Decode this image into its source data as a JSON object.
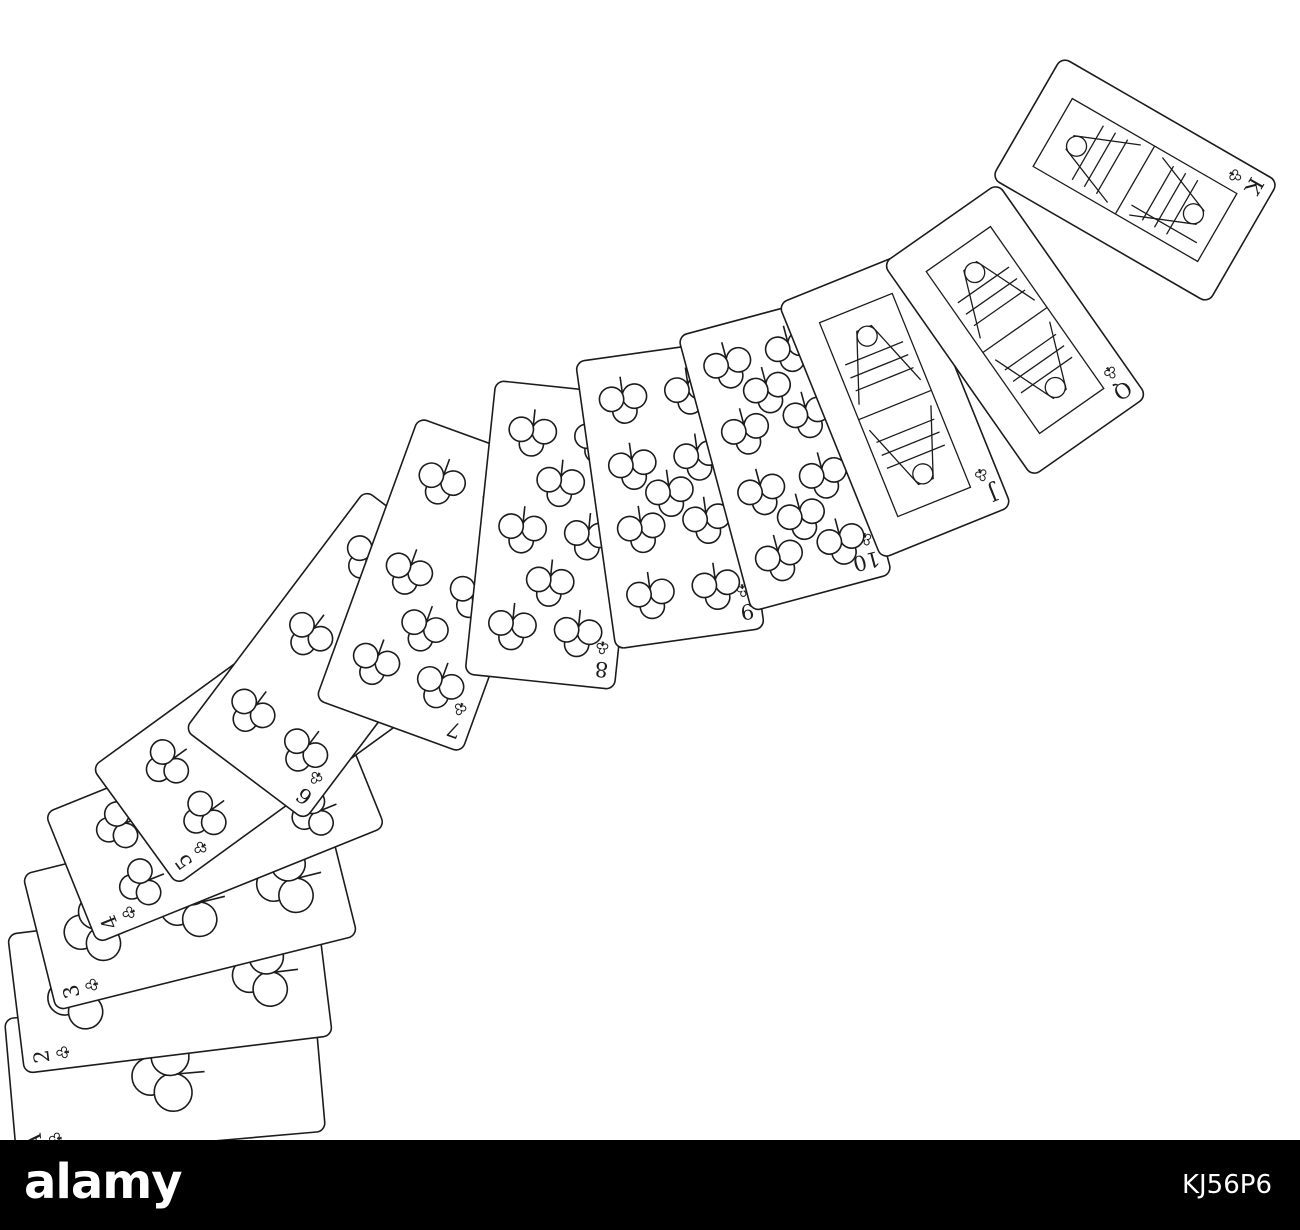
{
  "suit": "clubs",
  "suit_glyph": "♣",
  "cards": [
    {
      "rank": "A",
      "pips": 1
    },
    {
      "rank": "2",
      "pips": 2
    },
    {
      "rank": "3",
      "pips": 3
    },
    {
      "rank": "4",
      "pips": 4
    },
    {
      "rank": "5",
      "pips": 5
    },
    {
      "rank": "6",
      "pips": 6
    },
    {
      "rank": "7",
      "pips": 7
    },
    {
      "rank": "8",
      "pips": 8
    },
    {
      "rank": "9",
      "pips": 9
    },
    {
      "rank": "10",
      "pips": 10
    },
    {
      "rank": "J",
      "pips": 0
    },
    {
      "rank": "Q",
      "pips": 0
    },
    {
      "rank": "K",
      "pips": 0
    }
  ],
  "watermark": {
    "logo": "alamy",
    "image_id": "KJ56P6"
  },
  "colors": {
    "line": "#1c1c1c",
    "card": "#ffffff",
    "bar": "#000000"
  }
}
